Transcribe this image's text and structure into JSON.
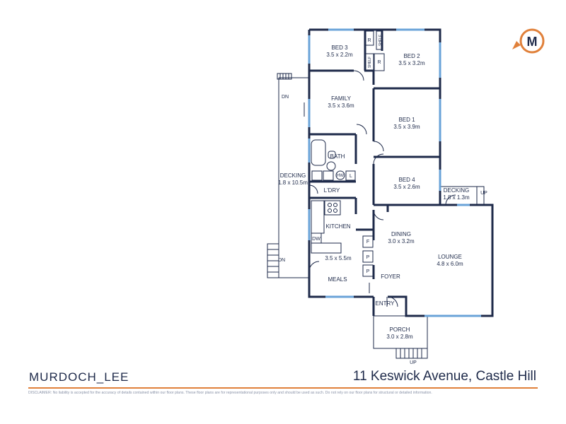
{
  "rooms": {
    "bed3": {
      "name": "BED 3",
      "size": "3.5 x 2.2m"
    },
    "bed2": {
      "name": "BED 2",
      "size": "3.5 x 3.2m"
    },
    "family": {
      "name": "FAMILY",
      "size": "3.5 x 3.6m"
    },
    "bed1": {
      "name": "BED 1",
      "size": "3.5 x 3.9m"
    },
    "bath": {
      "name": "BATH"
    },
    "laundry": {
      "name": "L'DRY"
    },
    "bed4": {
      "name": "BED 4",
      "size": "3.5 x 2.6m"
    },
    "decking_small": {
      "name": "DECKING",
      "size": "1.8 x 1.3m"
    },
    "decking_large": {
      "name": "DECKING",
      "size": "1.8 x 10.5m"
    },
    "kitchen": {
      "name": "KITCHEN",
      "size": "3.5 x 5.5m"
    },
    "dining": {
      "name": "DINING",
      "size": "3.0 x 3.2m"
    },
    "lounge": {
      "name": "LOUNGE",
      "size": "4.8 x 6.0m"
    },
    "meals": {
      "name": "MEALS"
    },
    "foyer": {
      "name": "FOYER"
    },
    "entry": {
      "name": "ENTRY"
    },
    "porch": {
      "name": "PORCH",
      "size": "3.0 x 2.8m"
    }
  },
  "marks": {
    "robe": "R",
    "shelf": "SHELF",
    "hot_water": "HW",
    "linen": "L",
    "fridge": "F",
    "pantry": "P",
    "dishwasher": "DW",
    "down": "DN",
    "up": "UP"
  },
  "footer": {
    "brand": "MURDOCH_LEE",
    "address": "11 Keswick Avenue, Castle Hill",
    "disclaimer": "DISCLAIMER: No liability is accepted for the accuracy of details contained within our floor plans. These floor plans are for representational purposes only and should be used as such. Do not rely on our floor plans for structural or detailed information."
  },
  "colors": {
    "wall": "#1e2a4a",
    "window": "#6aa3d8",
    "accent": "#e0803a"
  },
  "logo": {
    "icon": "m-logo-icon",
    "letter": "M"
  }
}
